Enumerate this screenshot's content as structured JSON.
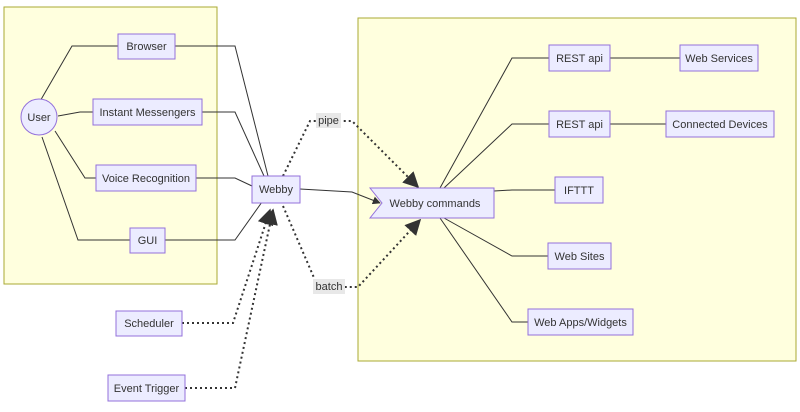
{
  "nodes": {
    "user": "User",
    "browser": "Browser",
    "im": "Instant Messengers",
    "voice": "Voice Recognition",
    "gui": "GUI",
    "webby": "Webby",
    "scheduler": "Scheduler",
    "event": "Event Trigger",
    "commands": "Webby commands",
    "rest1": "REST api",
    "rest2": "REST api",
    "webservices": "Web Services",
    "devices": "Connected Devices",
    "ifttt": "IFTTT",
    "websites": "Web Sites",
    "webapps": "Web Apps/Widgets"
  },
  "edge_labels": {
    "pipe": "pipe",
    "batch": "batch"
  },
  "colors": {
    "node_fill": "#ececff",
    "node_stroke": "#9370db",
    "cluster_fill": "#ffffde",
    "cluster_stroke": "#aaaa33",
    "line": "#333333"
  }
}
